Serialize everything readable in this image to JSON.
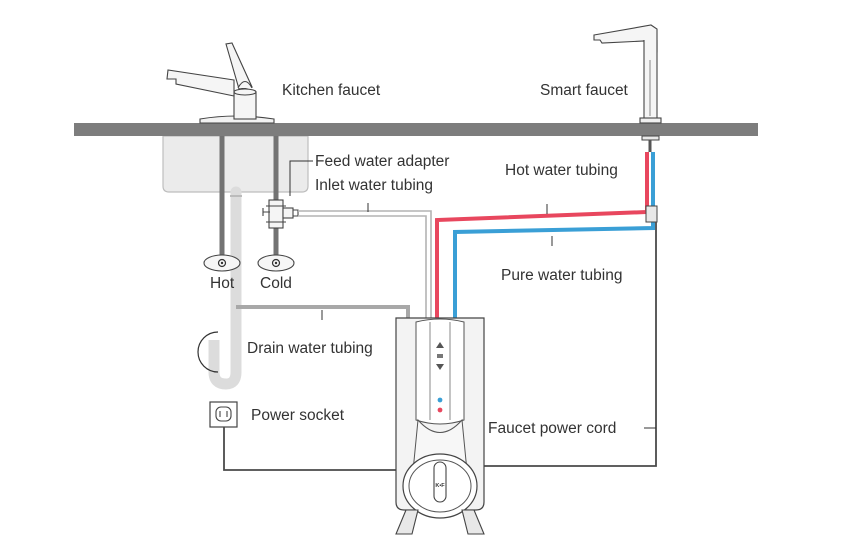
{
  "labels": {
    "kitchen_faucet": "Kitchen faucet",
    "smart_faucet": "Smart faucet",
    "feed_water_adapter": "Feed water adapter",
    "inlet_water_tubing": "Inlet water tubing",
    "hot_water_tubing": "Hot water tubing",
    "pure_water_tubing": "Pure water tubing",
    "hot_valve": "Hot",
    "cold_valve": "Cold",
    "drain_water_tubing": "Drain water tubing",
    "power_socket": "Power socket",
    "faucet_power_cord": "Faucet power cord"
  },
  "unit_logo": "K•F",
  "colors": {
    "countertop": "#7d7d7d",
    "hot_tube": "#e8475e",
    "pure_tube": "#3a9fd6",
    "tubing_grey": "#a8a8a8",
    "line_dark": "#4a4a4a",
    "sink": "#e9e9e9"
  }
}
